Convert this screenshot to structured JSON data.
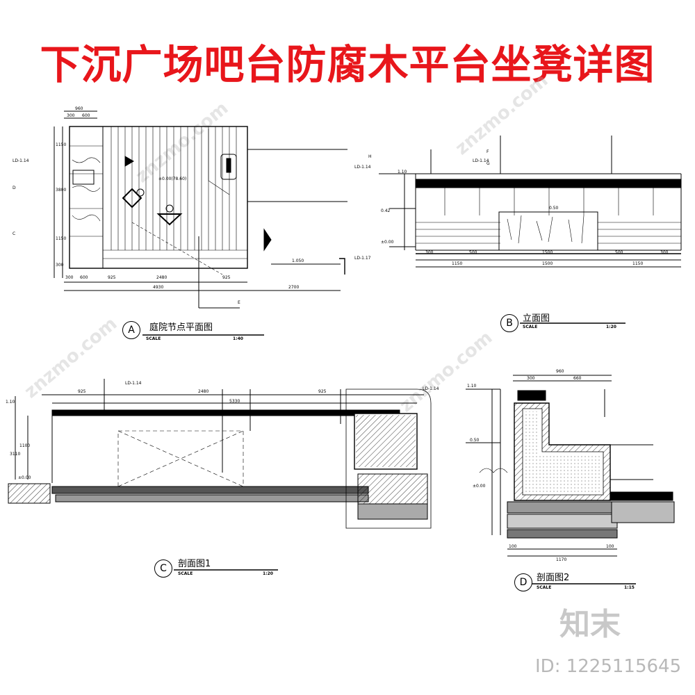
{
  "title": "下沉广场吧台防腐木平台坐凳详图",
  "views": {
    "a": {
      "mark": "A",
      "label": "庭院节点平面图",
      "scale_word": "SCALE",
      "scale": "1:40"
    },
    "b": {
      "mark": "B",
      "label": "立面图",
      "scale_word": "SCALE",
      "scale": "1:20"
    },
    "c": {
      "mark": "C",
      "label": "剖面图1",
      "scale_word": "SCALE",
      "scale": "1:20"
    },
    "d": {
      "mark": "D",
      "label": "剖面图2",
      "scale_word": "SCALE",
      "scale": "1:15"
    }
  },
  "dims": {
    "a_top": [
      "960",
      "300",
      "600"
    ],
    "a_bottom": [
      "300",
      "600",
      "925",
      "2480",
      "925"
    ],
    "a_total": "4930",
    "a_right": "2700",
    "a_left": [
      "1150",
      "3800",
      "1150",
      "300"
    ],
    "b_bottom": [
      "300",
      "500",
      "1500",
      "500",
      "300"
    ],
    "b_total": [
      "1150",
      "1500",
      "1150"
    ],
    "c_top": [
      "925",
      "2480",
      "925"
    ],
    "c_total": "5330",
    "c_left": [
      "1100",
      "3110"
    ],
    "d_top": [
      "960",
      "300",
      "660"
    ],
    "d_bottom": [
      "100",
      "1170",
      "100"
    ]
  },
  "levels": {
    "a_center": "±0.00(78.60)",
    "a_right": "1.050",
    "b_top": "1.10",
    "b_mid": "0.42",
    "b_base": "±0.00",
    "b_seat": "0.50",
    "c_top": "1.10",
    "c_base": "±0.00",
    "d_top": "1.10",
    "d_seat": "0.50",
    "d_base": "±0.00"
  },
  "refs": {
    "ld_114": "LD-1.14",
    "ld_117": "LD-1.17",
    "a": "A",
    "d": "D",
    "c": "C",
    "e": "E",
    "f": "F",
    "g": "G",
    "h": "H"
  },
  "watermark": {
    "logo": "知末",
    "id": "ID: 1225115645",
    "site": "znzmo.com"
  }
}
